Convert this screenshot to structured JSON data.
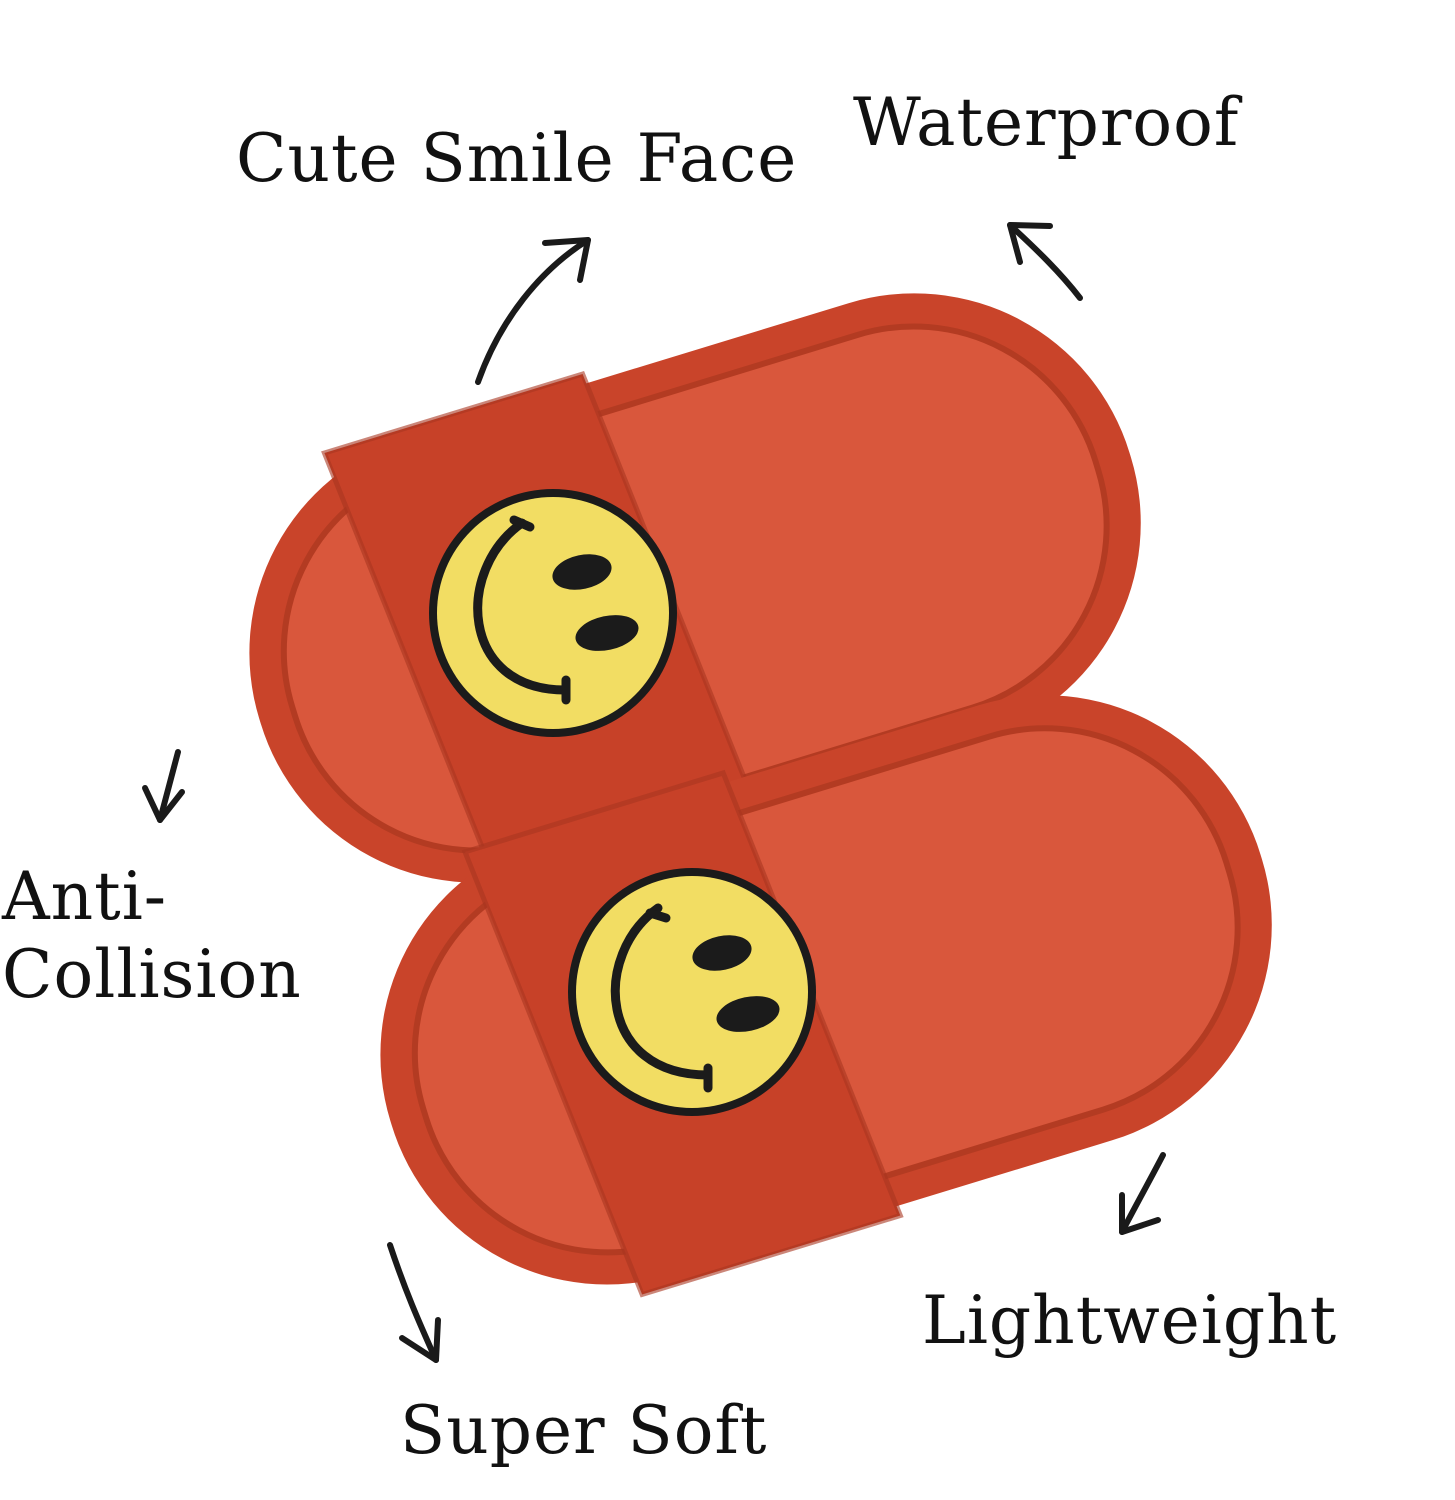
{
  "labels": {
    "cute_smile_face": "Cute Smile Face",
    "waterproof": "Waterproof",
    "anti_line1": "Anti-",
    "anti_line2": "Collision",
    "lightweight": "Lightweight",
    "super_soft": "Super Soft"
  },
  "colors": {
    "slide_body": "#c9442a",
    "slide_footbed": "#d9573c",
    "slide_rim": "#b33b22",
    "strap": "#c74128",
    "smiley_fill": "#f2dd63",
    "smiley_line": "#1b1b1b",
    "arrow": "#1a1a1a",
    "background": "#ffffff"
  }
}
